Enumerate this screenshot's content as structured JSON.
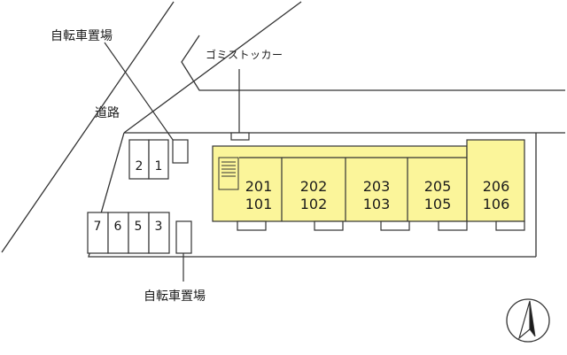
{
  "labels": {
    "bicycle_parking_top": "自転車置場",
    "garbage_stocker": "ゴミストッカー",
    "road": "道路",
    "bicycle_parking_bottom": "自転車置場"
  },
  "parking_top": [
    "2",
    "1"
  ],
  "parking_bottom": [
    "7",
    "6",
    "5",
    "3"
  ],
  "units": [
    {
      "upper": "201",
      "lower": "101"
    },
    {
      "upper": "202",
      "lower": "102"
    },
    {
      "upper": "203",
      "lower": "103"
    },
    {
      "upper": "205",
      "lower": "105"
    },
    {
      "upper": "206",
      "lower": "106"
    }
  ],
  "colors": {
    "building_fill": "#fbf59a",
    "line": "#333333"
  },
  "compass_icon": "north-arrow-icon"
}
